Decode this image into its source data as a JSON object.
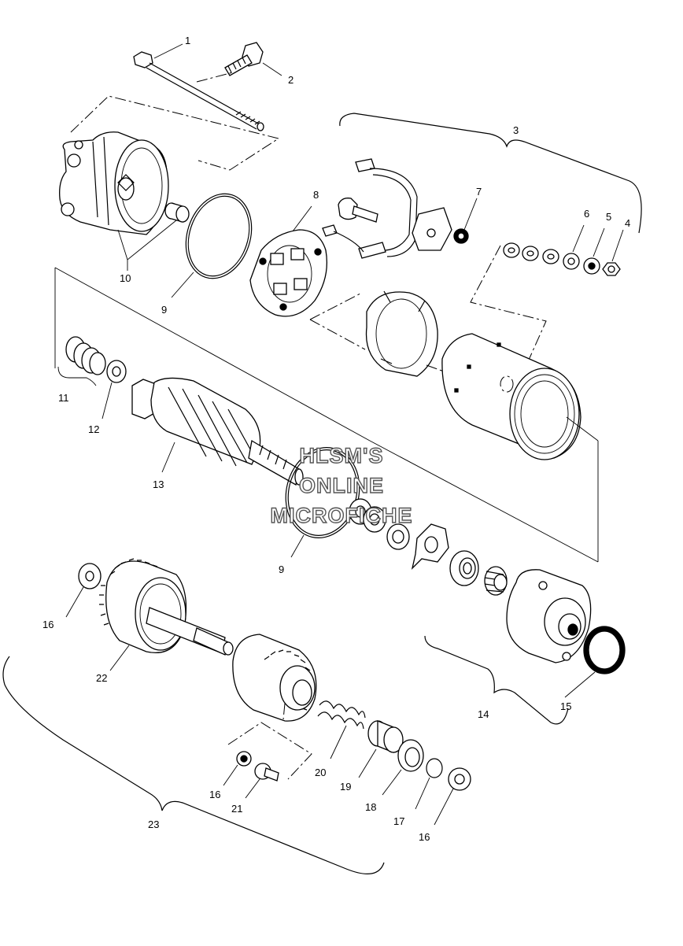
{
  "watermark": {
    "line1": "HLSM'S",
    "line2": "ONLINE",
    "line3": "MICROFICHE"
  },
  "callouts": [
    {
      "id": "c1",
      "label": "1"
    },
    {
      "id": "c2",
      "label": "2"
    },
    {
      "id": "c3",
      "label": "3"
    },
    {
      "id": "c4",
      "label": "4"
    },
    {
      "id": "c5",
      "label": "5"
    },
    {
      "id": "c6",
      "label": "6"
    },
    {
      "id": "c7",
      "label": "7"
    },
    {
      "id": "c8",
      "label": "8"
    },
    {
      "id": "c9a",
      "label": "9"
    },
    {
      "id": "c9b",
      "label": "9"
    },
    {
      "id": "c10",
      "label": "10"
    },
    {
      "id": "c11",
      "label": "11"
    },
    {
      "id": "c12",
      "label": "12"
    },
    {
      "id": "c13",
      "label": "13"
    },
    {
      "id": "c14",
      "label": "14"
    },
    {
      "id": "c15",
      "label": "15"
    },
    {
      "id": "c16a",
      "label": "16"
    },
    {
      "id": "c16b",
      "label": "16"
    },
    {
      "id": "c16c",
      "label": "16"
    },
    {
      "id": "c17",
      "label": "17"
    },
    {
      "id": "c18",
      "label": "18"
    },
    {
      "id": "c19",
      "label": "19"
    },
    {
      "id": "c20",
      "label": "20"
    },
    {
      "id": "c21",
      "label": "21"
    },
    {
      "id": "c22",
      "label": "22"
    },
    {
      "id": "c23",
      "label": "23"
    }
  ]
}
